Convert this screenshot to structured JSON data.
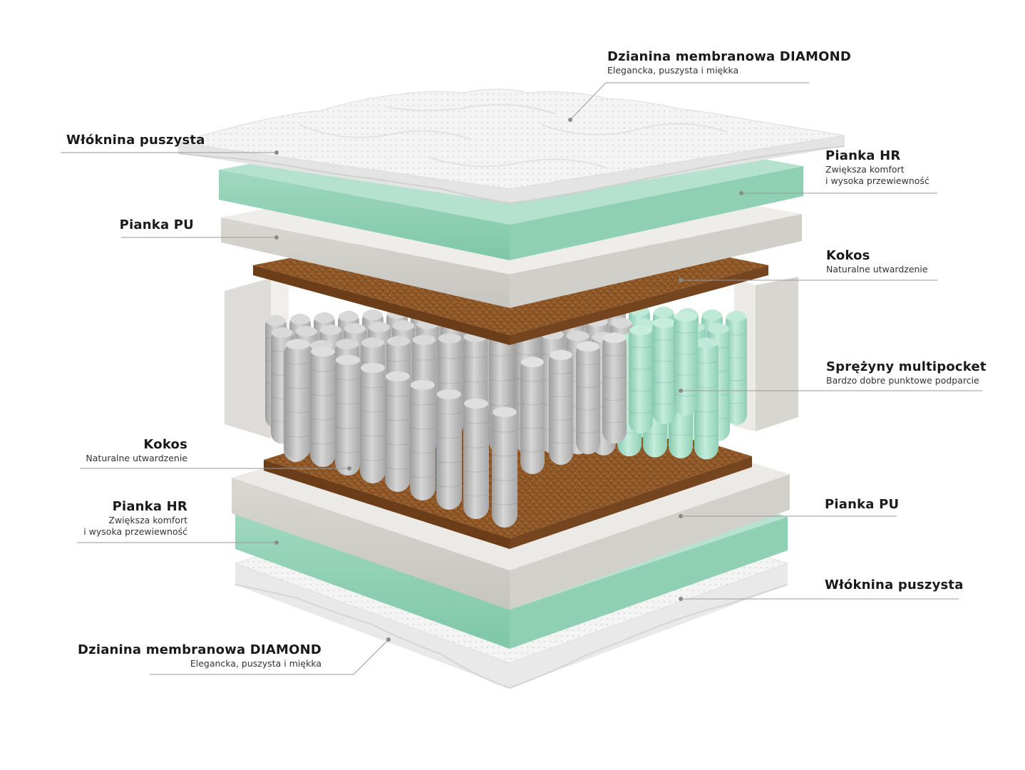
{
  "colors": {
    "background": "#ffffff",
    "leader_line": "#9a9a9a",
    "knit_fabric": "#f1f1f1",
    "hr_foam": "#a9dcc8",
    "pu_foam": "#e6e5e1",
    "coconut": "#8a5426",
    "springs_grey": "#bdbdbd",
    "springs_mint": "#a6dcc6",
    "frame_foam": "#e8e7e3"
  },
  "labels": {
    "top_fabric": {
      "title": "Dzianina membranowa DIAMOND",
      "subtitle": "Elegancka, puszysta i miękka"
    },
    "top_fiber": {
      "title": "Włóknina puszysta"
    },
    "top_hr": {
      "title": "Pianka HR",
      "line1": "Zwiększa komfort",
      "line2": "i wysoka przewiewność"
    },
    "top_pu": {
      "title": "Pianka PU"
    },
    "top_coconut": {
      "title": "Kokos",
      "subtitle": "Naturalne utwardzenie"
    },
    "springs": {
      "title": "Sprężyny multipocket",
      "subtitle": "Bardzo dobre punktowe podparcie"
    },
    "bot_coconut": {
      "title": "Kokos",
      "subtitle": "Naturalne utwardzenie"
    },
    "bot_hr": {
      "title": "Pianka HR",
      "line1": "Zwiększa komfort",
      "line2": "i wysoka przewiewność"
    },
    "bot_pu": {
      "title": "Pianka PU"
    },
    "bot_fiber": {
      "title": "Włóknina puszysta"
    },
    "bot_fabric": {
      "title": "Dzianina membranowa DIAMOND",
      "subtitle": "Elegancka, puszysta i miękka"
    }
  }
}
